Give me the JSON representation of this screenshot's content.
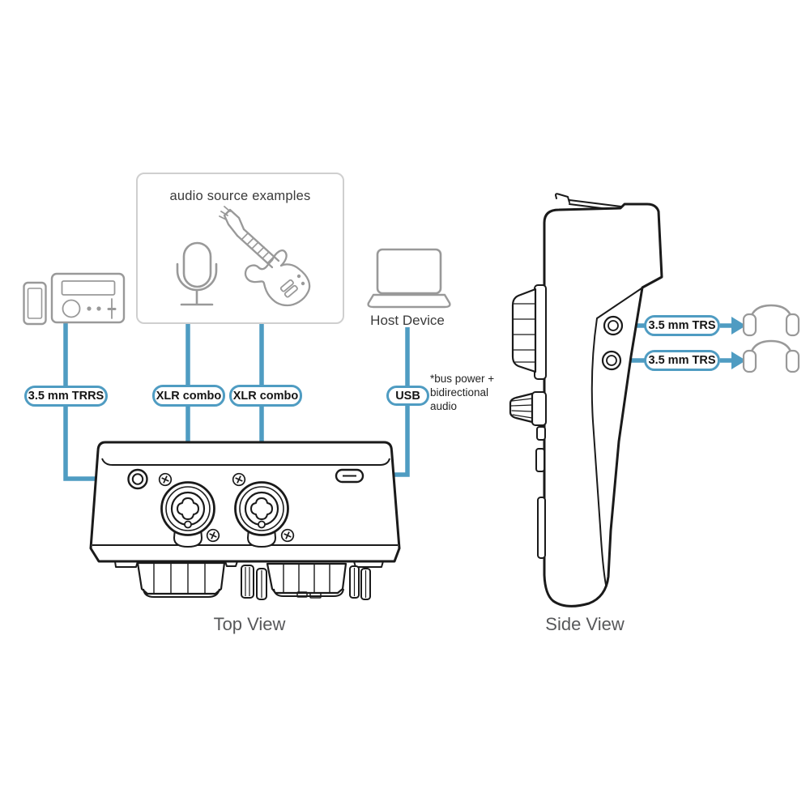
{
  "diagram": {
    "title_box": "audio source examples",
    "host_device": "Host Device",
    "top_view_caption": "Top View",
    "side_view_caption": "Side View"
  },
  "bus_note": {
    "line1": "*bus power +",
    "line2": "bidirectional",
    "line3": "audio"
  },
  "connectors": {
    "trrs": "3.5 mm TRRS",
    "xlr_1": "XLR combo",
    "xlr_2": "XLR combo",
    "usb": "USB",
    "trs_1": "3.5 mm TRS",
    "trs_2": "3.5 mm TRS"
  },
  "icons": {
    "phone": "smartphone-icon",
    "media_player": "media-player-icon",
    "microphone": "microphone-icon",
    "guitar": "electric-guitar-icon",
    "laptop": "laptop-icon",
    "headphones_1": "headphones-icon",
    "headphones_2": "headphones-icon"
  },
  "colors": {
    "accent_blue": "#4f9cc2",
    "device_outline": "#1a1a1a",
    "icon_gray": "#999999",
    "caption_gray": "#57585a",
    "box_border_gray": "#cfcfcf"
  }
}
